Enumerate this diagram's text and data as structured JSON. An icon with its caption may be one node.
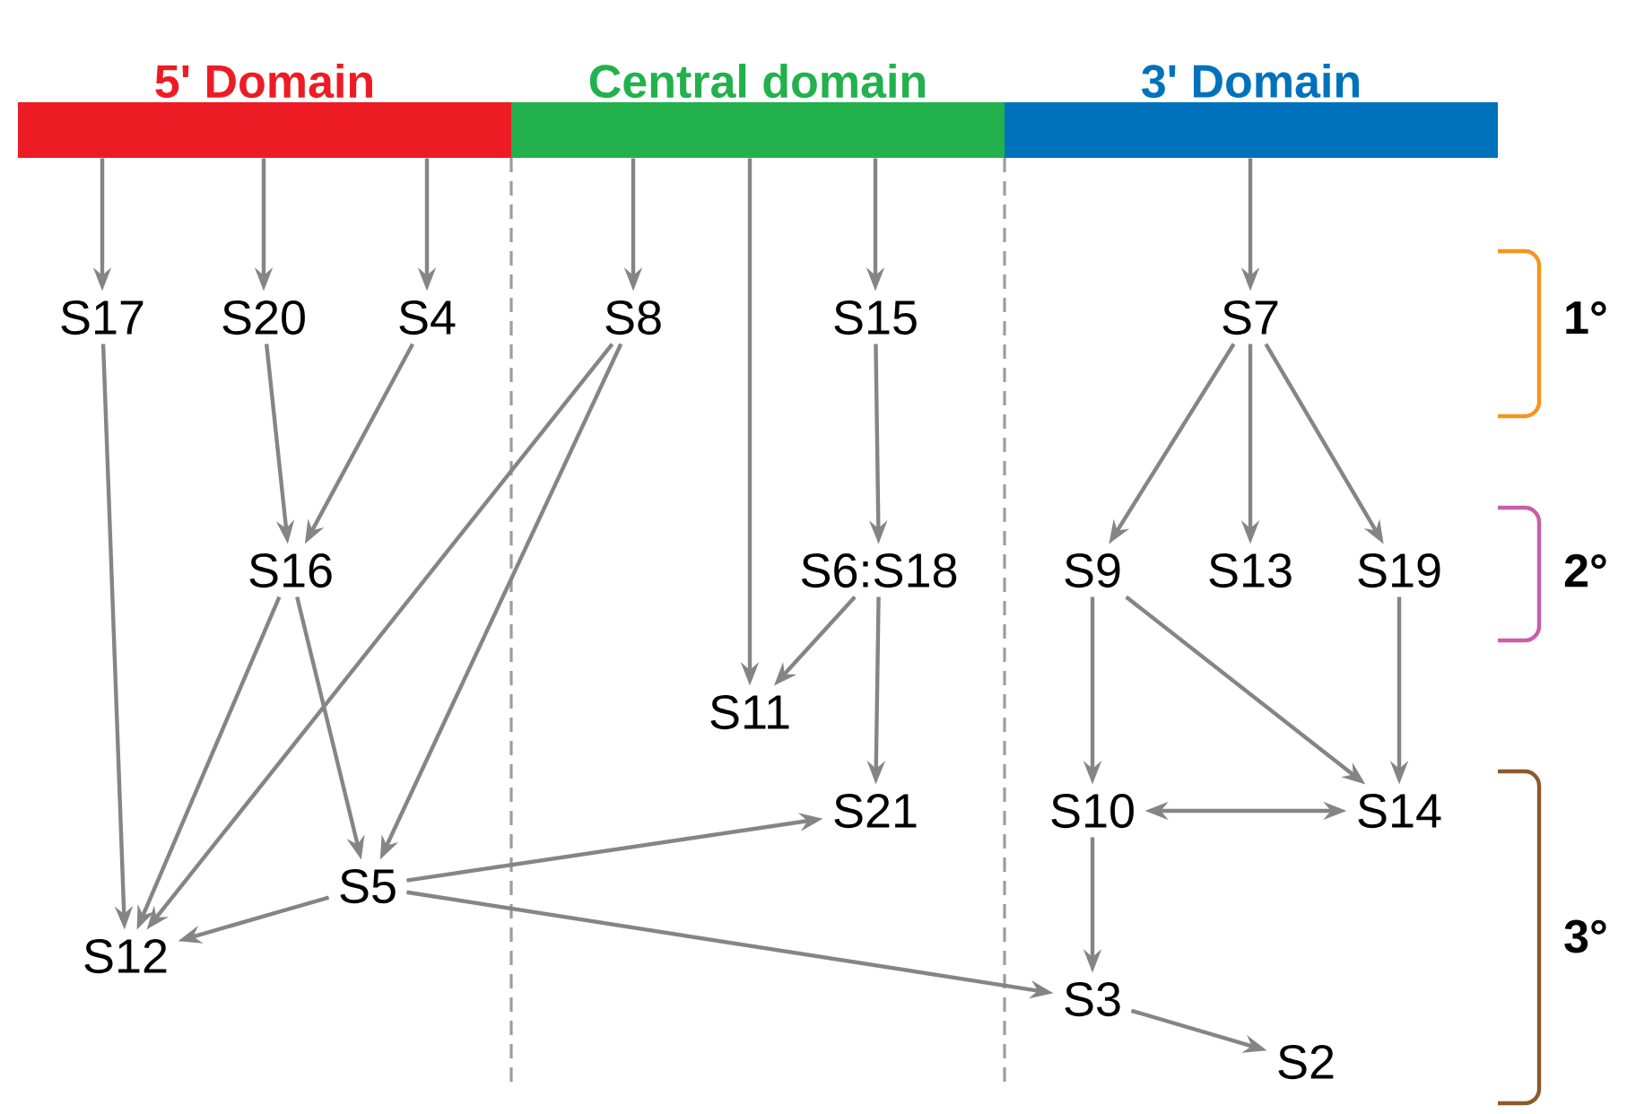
{
  "diagram": {
    "nodes": [
      {
        "text": [
          "5' Domain"
        ]
      },
      {
        "text": [
          "Central domain"
        ]
      },
      {
        "text": [
          "3' Domain"
        ]
      },
      {
        "text": [
          "S17"
        ]
      },
      {
        "text": [
          "S20"
        ]
      },
      {
        "text": [
          "S4"
        ]
      },
      {
        "text": [
          "S8"
        ]
      },
      {
        "text": [
          "S15"
        ]
      },
      {
        "text": [
          "S7"
        ]
      },
      {
        "text": [
          "S16"
        ]
      },
      {
        "text": [
          "S6:S18"
        ]
      },
      {
        "text": [
          "S9"
        ]
      },
      {
        "text": [
          "S13"
        ]
      },
      {
        "text": [
          "S19"
        ]
      },
      {
        "text": [
          "S11"
        ]
      },
      {
        "text": [
          "S21"
        ]
      },
      {
        "text": [
          "S10"
        ]
      },
      {
        "text": [
          "S14"
        ]
      },
      {
        "text": [
          "S5"
        ]
      },
      {
        "text": [
          "S12"
        ]
      },
      {
        "text": [
          "S3"
        ]
      },
      {
        "text": [
          "S2"
        ]
      }
    ],
    "edges": [
      {
        "from": 0,
        "to": 3,
        "arrow": "to"
      },
      {
        "from": 0,
        "to": 4,
        "arrow": "to"
      },
      {
        "from": 0,
        "to": 5,
        "arrow": "to"
      },
      {
        "from": 1,
        "to": 6,
        "arrow": "to"
      },
      {
        "from": 1,
        "to": 14,
        "arrow": "to"
      },
      {
        "from": 1,
        "to": 7,
        "arrow": "to"
      },
      {
        "from": 2,
        "to": 8,
        "arrow": "to"
      },
      {
        "from": 3,
        "to": 19,
        "arrow": "to"
      },
      {
        "from": 4,
        "to": 9,
        "arrow": "to"
      },
      {
        "from": 5,
        "to": 9,
        "arrow": "to"
      },
      {
        "from": 6,
        "to": 19,
        "arrow": "to"
      },
      {
        "from": 6,
        "to": 18,
        "arrow": "to"
      },
      {
        "from": 7,
        "to": 10,
        "arrow": "to"
      },
      {
        "from": 10,
        "to": 14,
        "arrow": "to"
      },
      {
        "from": 10,
        "to": 15,
        "arrow": "to"
      },
      {
        "from": 9,
        "to": 19,
        "arrow": "to"
      },
      {
        "from": 9,
        "to": 18,
        "arrow": "to"
      },
      {
        "from": 18,
        "to": 19,
        "arrow": "to"
      },
      {
        "from": 18,
        "to": 15,
        "arrow": "to"
      },
      {
        "from": 18,
        "to": 20,
        "arrow": "to"
      },
      {
        "from": 8,
        "to": 11,
        "arrow": "to"
      },
      {
        "from": 8,
        "to": 12,
        "arrow": "to"
      },
      {
        "from": 8,
        "to": 13,
        "arrow": "to"
      },
      {
        "from": 11,
        "to": 16,
        "arrow": "to"
      },
      {
        "from": 11,
        "to": 17,
        "arrow": "to"
      },
      {
        "from": 13,
        "to": 17,
        "arrow": "to"
      },
      {
        "from": 16,
        "to": 17,
        "arrow": "both"
      },
      {
        "from": 16,
        "to": 20,
        "arrow": "to"
      },
      {
        "from": 20,
        "to": 21,
        "arrow": "to"
      }
    ],
    "labels": [
      "1°",
      "2°",
      "3°"
    ]
  }
}
